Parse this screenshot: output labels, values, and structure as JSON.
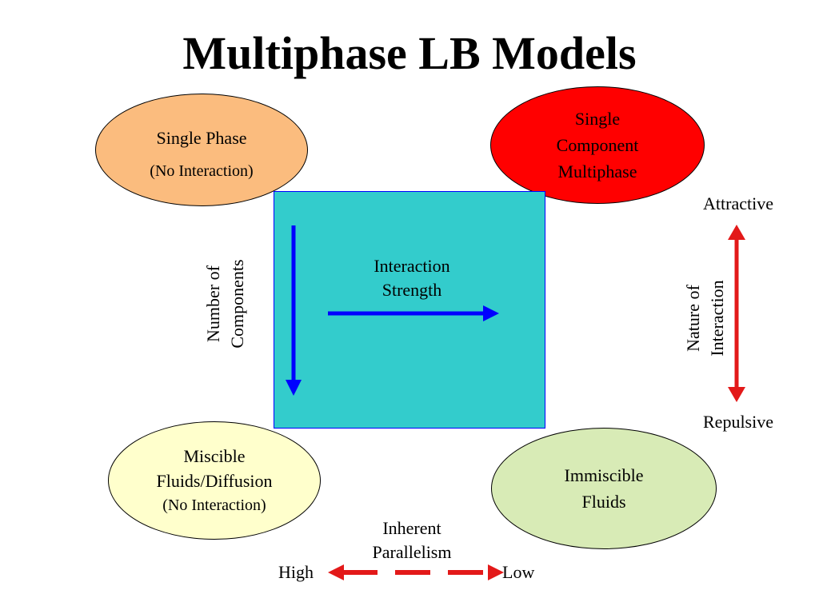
{
  "title": "Multiphase LB Models",
  "quadrants": {
    "top_left": {
      "line1": "Single Phase",
      "line2": "(No Interaction)",
      "fill": "#fbbc7e"
    },
    "top_right": {
      "line1": "Single",
      "line2": "Component",
      "line3": "Multiphase",
      "fill": "#ff0000"
    },
    "bottom_left": {
      "line1": "Miscible",
      "line2": "Fluids/Diffusion",
      "line3": "(No Interaction)",
      "fill": "#ffffcc"
    },
    "bottom_right": {
      "line1": "Immiscible",
      "line2": "Fluids",
      "fill": "#d8ebb6"
    }
  },
  "center": {
    "fill": "#33cccc",
    "interaction_strength": {
      "line1": "Interaction",
      "line2": "Strength"
    },
    "components": {
      "line1": "Number of",
      "line2": "Components"
    }
  },
  "nature_axis": {
    "top": "Attractive",
    "bottom": "Repulsive",
    "label_line1": "Nature of",
    "label_line2": "Interaction",
    "color": "#e31919"
  },
  "parallelism_axis": {
    "label_line1": "Inherent",
    "label_line2": "Parallelism",
    "left": "High",
    "right": "Low",
    "color": "#e31919"
  },
  "arrow_color": "#0000ff"
}
